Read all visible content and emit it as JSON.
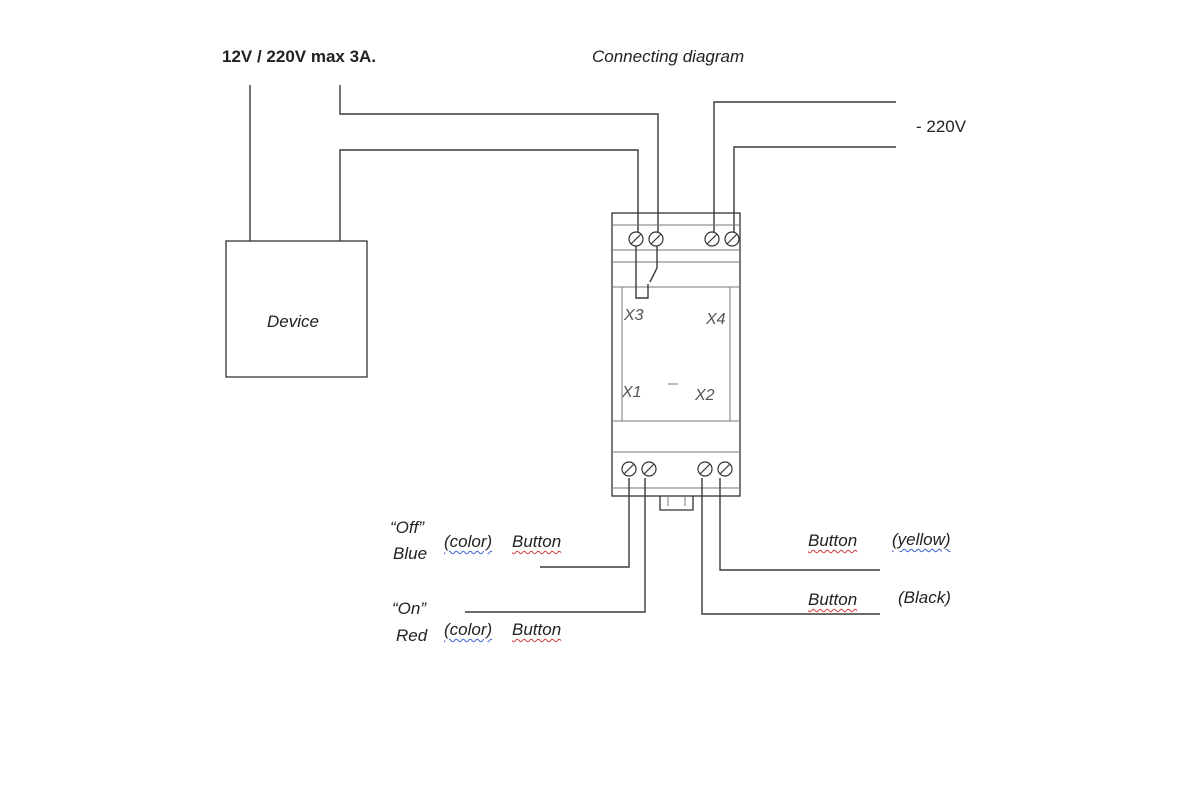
{
  "header": {
    "supply_label": "12V / 220V max 3A.",
    "title": "Connecting diagram"
  },
  "power": {
    "mains_label": "- 220V"
  },
  "device": {
    "label": "Device"
  },
  "relay": {
    "terminals": {
      "x3": "X3",
      "x4": "X4",
      "x1": "X1",
      "x2": "X2"
    }
  },
  "buttons": {
    "off": {
      "state": "“Off”",
      "color_name": "Blue",
      "color_word": "(color)",
      "button_word": "Button"
    },
    "on": {
      "state": "“On”",
      "color_name": "Red",
      "color_word": "(color)",
      "button_word": "Button"
    },
    "yellow": {
      "button_word": "Button",
      "color_name": "(yellow)"
    },
    "black": {
      "button_word": "Button",
      "color_name": "(Black)"
    }
  },
  "colors": {
    "line": "#3a3a3a",
    "spell_blue": "#3a5fd0",
    "spell_red": "#d23a3a"
  }
}
